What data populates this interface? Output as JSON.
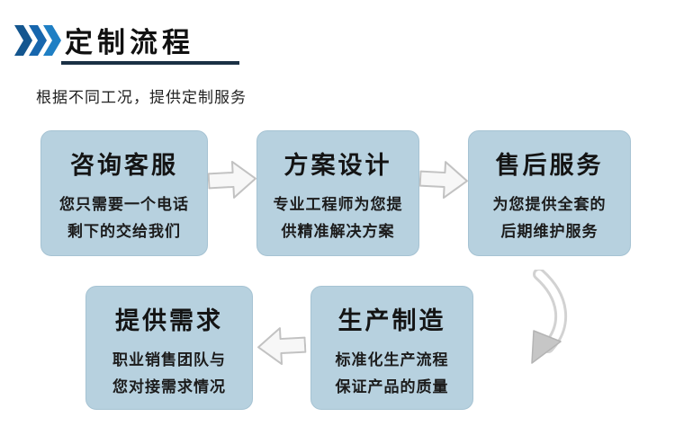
{
  "header": {
    "title": "定制流程",
    "subtitle": "根据不同工况，提供定制服务"
  },
  "flow": {
    "boxes": [
      {
        "title": "咨询客服",
        "lines": [
          "您只需要一个电话",
          "剩下的交给我们"
        ]
      },
      {
        "title": "方案设计",
        "lines": [
          "专业工程师为您提",
          "供精准解决方案"
        ]
      },
      {
        "title": "售后服务",
        "lines": [
          "为您提供全套的",
          "后期维护服务"
        ]
      },
      {
        "title": "提供需求",
        "lines": [
          "职业销售团队与",
          "您对接需求情况"
        ]
      },
      {
        "title": "生产制造",
        "lines": [
          "标准化生产流程",
          "保证产品的质量"
        ]
      }
    ],
    "arrows": [
      {
        "name": "arrow-right-1",
        "direction": "right"
      },
      {
        "name": "arrow-right-2",
        "direction": "right"
      },
      {
        "name": "arrow-curved-down",
        "direction": "down"
      },
      {
        "name": "arrow-left",
        "direction": "left"
      }
    ]
  },
  "colors": {
    "box_fill": "#b7d1df",
    "chevron_blue_dark": "#14568f",
    "chevron_blue": "#1766ad",
    "chevron_blue_light": "#1f7fc4",
    "underline_navy": "#1a3044",
    "arrow_outline": "#c2c2c2",
    "arrow_fill": "#f7f7f7"
  }
}
